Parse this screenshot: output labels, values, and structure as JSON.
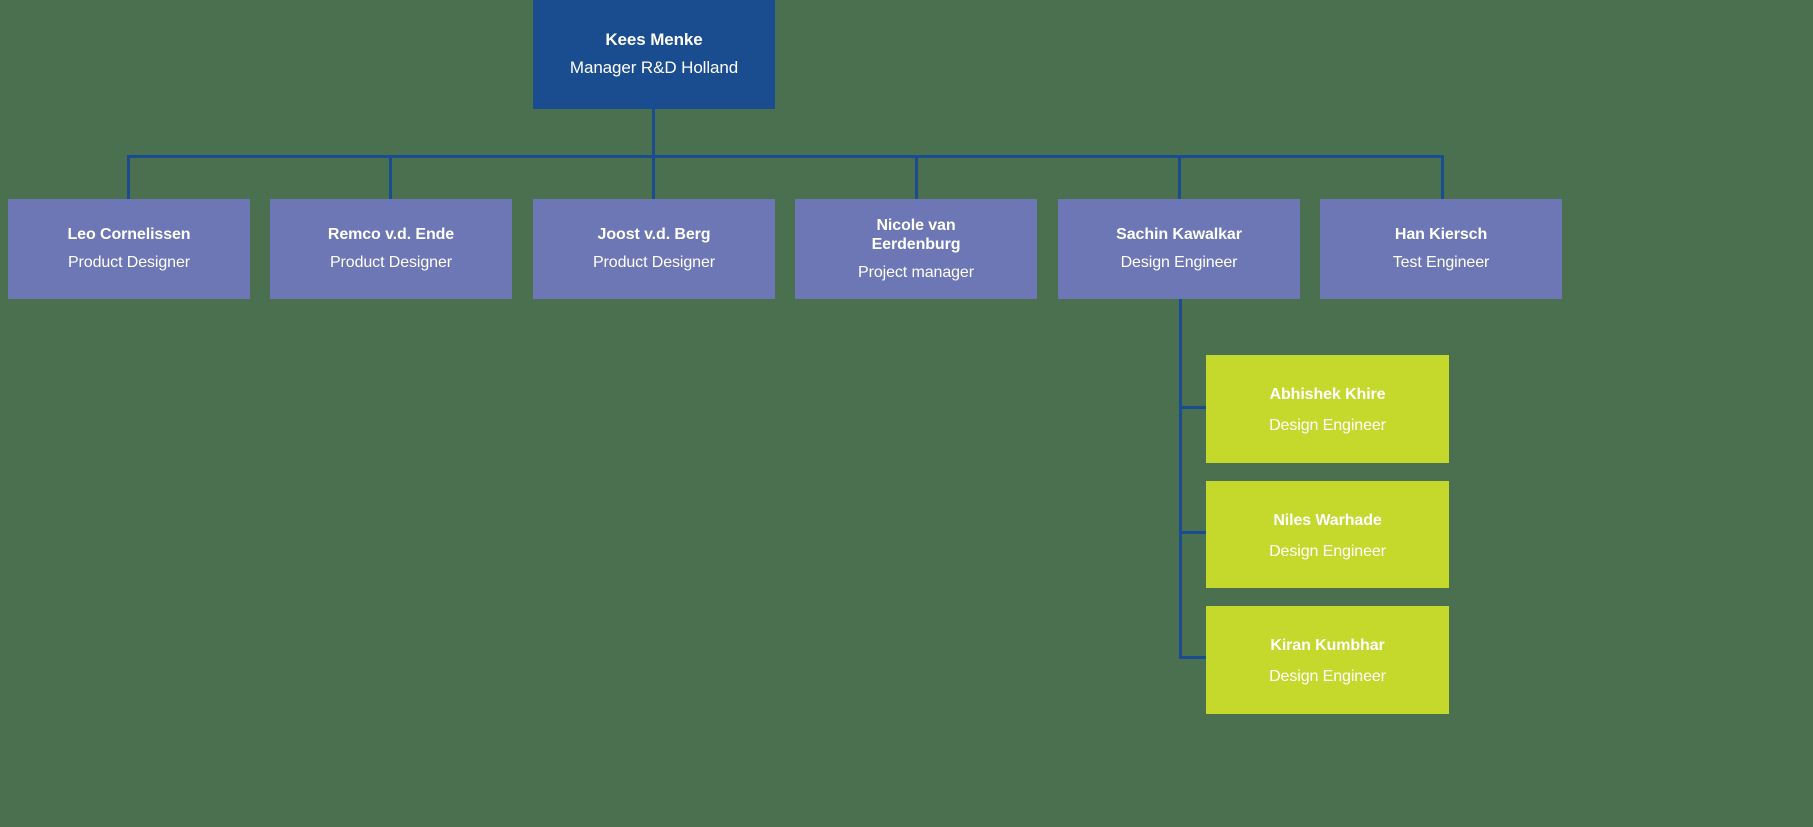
{
  "colors": {
    "background": "#4a7050",
    "root_box": "#1a4d8f",
    "manager_box": "#6d77b5",
    "leaf_box": "#c5d92d",
    "connector": "#1a4d8f",
    "text": "#ffffff"
  },
  "root": {
    "name": "Kees Menke",
    "title": "Manager R&D Holland"
  },
  "managers": [
    {
      "name": "Leo Cornelissen",
      "title": "Product Designer"
    },
    {
      "name": "Remco v.d. Ende",
      "title": "Product Designer"
    },
    {
      "name": "Joost v.d. Berg",
      "title": "Product Designer"
    },
    {
      "name": "Nicole van Eerdenburg",
      "title": "Project manager"
    },
    {
      "name": "Sachin Kawalkar",
      "title": "Design Engineer"
    },
    {
      "name": "Han Kiersch",
      "title": "Test  Engineer"
    }
  ],
  "reports": [
    {
      "name": "Abhishek Khire",
      "title": "Design Engineer"
    },
    {
      "name": "Niles Warhade",
      "title": "Design Engineer"
    },
    {
      "name": "Kiran Kumbhar",
      "title": "Design Engineer"
    }
  ]
}
